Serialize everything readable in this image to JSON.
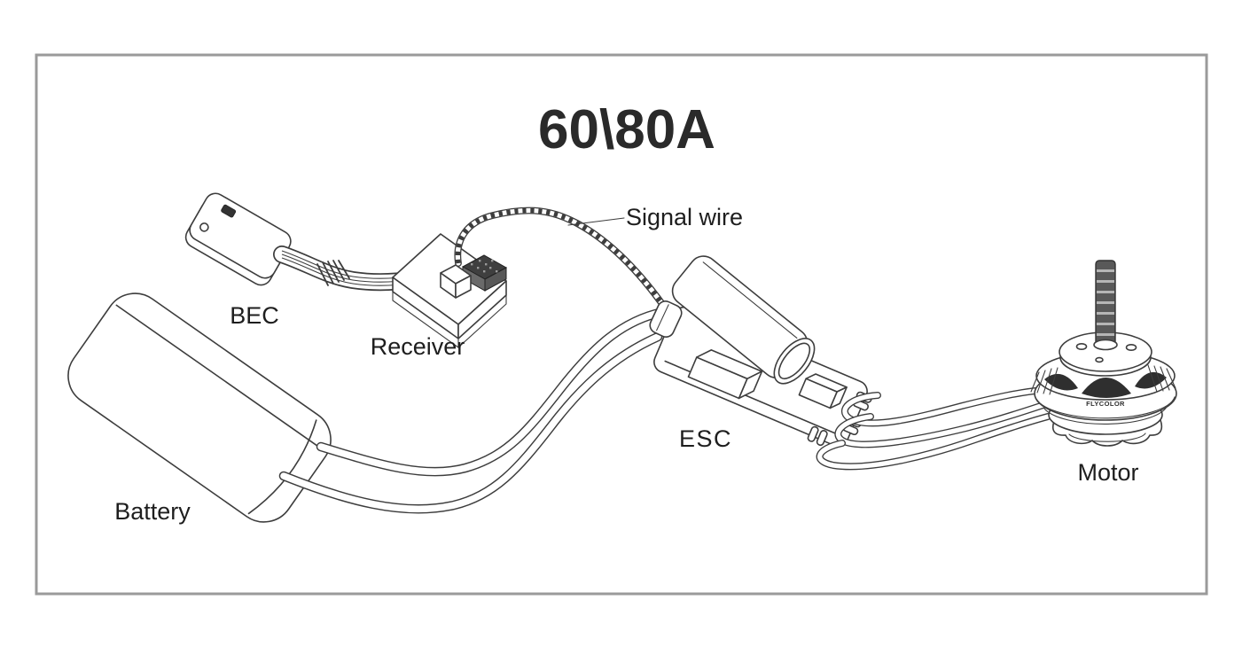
{
  "diagram": {
    "title": "60\\80A",
    "signal_wire_label": "Signal wire",
    "components": {
      "bec": {
        "label": "BEC"
      },
      "receiver": {
        "label": "Receiver"
      },
      "battery": {
        "label": "Battery"
      },
      "esc": {
        "label": "ESC"
      },
      "motor": {
        "label": "Motor",
        "brand": "FLYCOLOR"
      }
    },
    "colors": {
      "line": "#3d3d3d",
      "label_text": "#1e1e1e",
      "border": "#9a9a9a",
      "background": "#ffffff"
    }
  }
}
